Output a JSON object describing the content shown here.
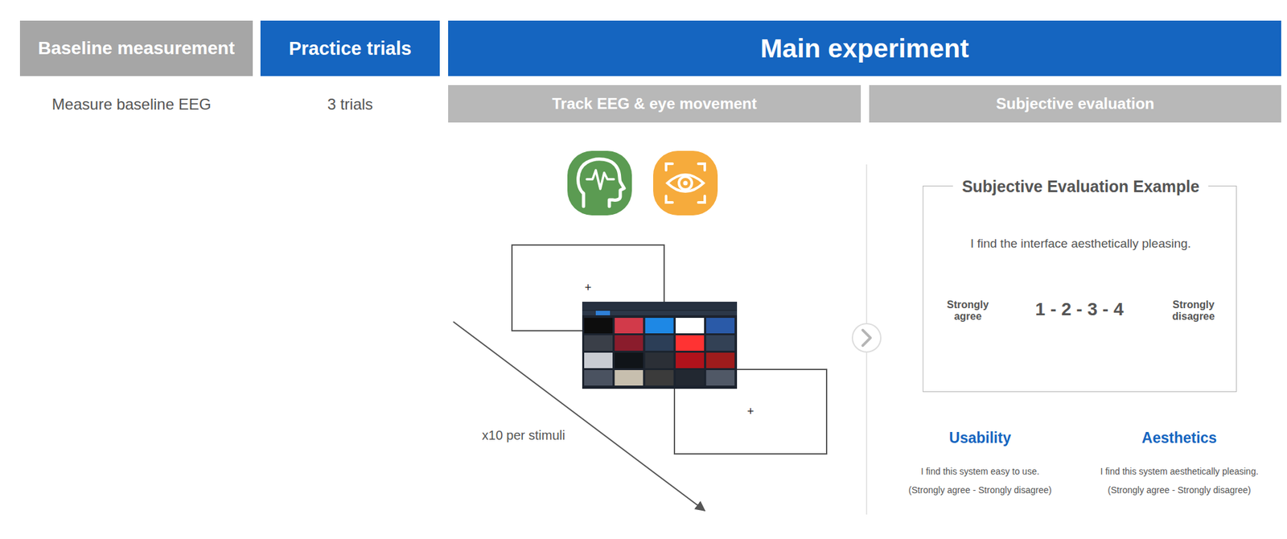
{
  "diagram": {
    "nodes": [
      {
        "text": [
          "Baseline measurement"
        ]
      },
      {
        "text": [
          "Practice trials"
        ]
      },
      {
        "text": [
          "Main experiment"
        ]
      },
      {
        "text": [
          "Track EEG & eye movement"
        ]
      },
      {
        "text": [
          "Subjective evaluation"
        ]
      },
      {
        "text": [
          "+"
        ]
      },
      {
        "text": [
          "+"
        ]
      },
      {
        "text": [
          "Subjective Evaluation Example",
          "I find the interface aesthetically pleasing.",
          "Strongly agree",
          "1 - 2 - 3 - 4",
          "Strongly disagree"
        ]
      }
    ],
    "labels": [
      "Measure baseline EEG",
      "3 trials",
      "x10 per stimuli",
      "Usability",
      "I find this system easy to use.",
      "(Strongly agree - Strongly disagree)",
      "Aesthetics",
      "I find this system aesthetically pleasing.",
      "(Strongly agree - Strongly disagree)"
    ]
  }
}
